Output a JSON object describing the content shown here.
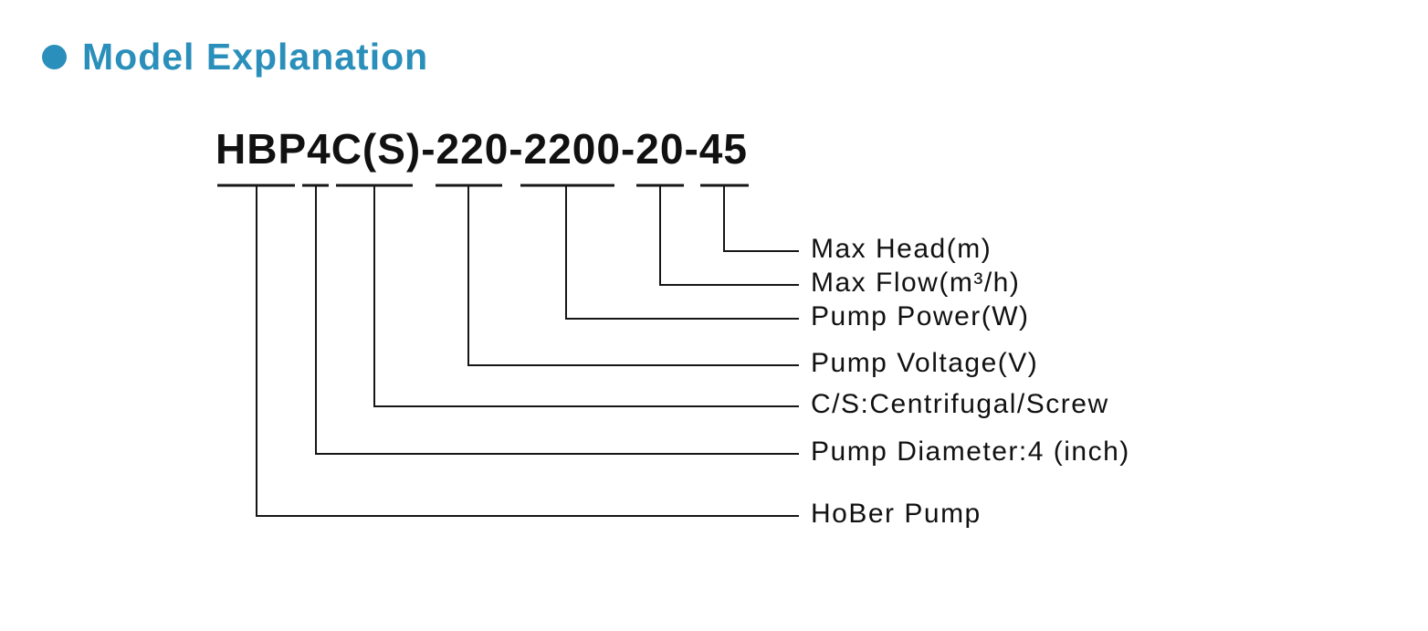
{
  "header": {
    "bullet_icon": "circle",
    "title": "Model Explanation"
  },
  "model": {
    "code": "HBP4C(S)-220-2200-20-45"
  },
  "diagram": {
    "rows": [
      {
        "code_part": "45",
        "label": "Max Head(m)"
      },
      {
        "code_part": "20",
        "label": "Max Flow(m³/h)"
      },
      {
        "code_part": "2200",
        "label": "Pump Power(W)"
      },
      {
        "code_part": "220",
        "label": "Pump Voltage(V)"
      },
      {
        "code_part": "C(S)",
        "label": "C/S:Centrifugal/Screw"
      },
      {
        "code_part": "4",
        "label": "Pump Diameter:4 (inch)"
      },
      {
        "code_part": "HBP",
        "label": "HoBer Pump"
      }
    ]
  },
  "colors": {
    "accent": "#2a8fba",
    "line": "#161616",
    "text": "#111111",
    "background": "#ffffff"
  }
}
